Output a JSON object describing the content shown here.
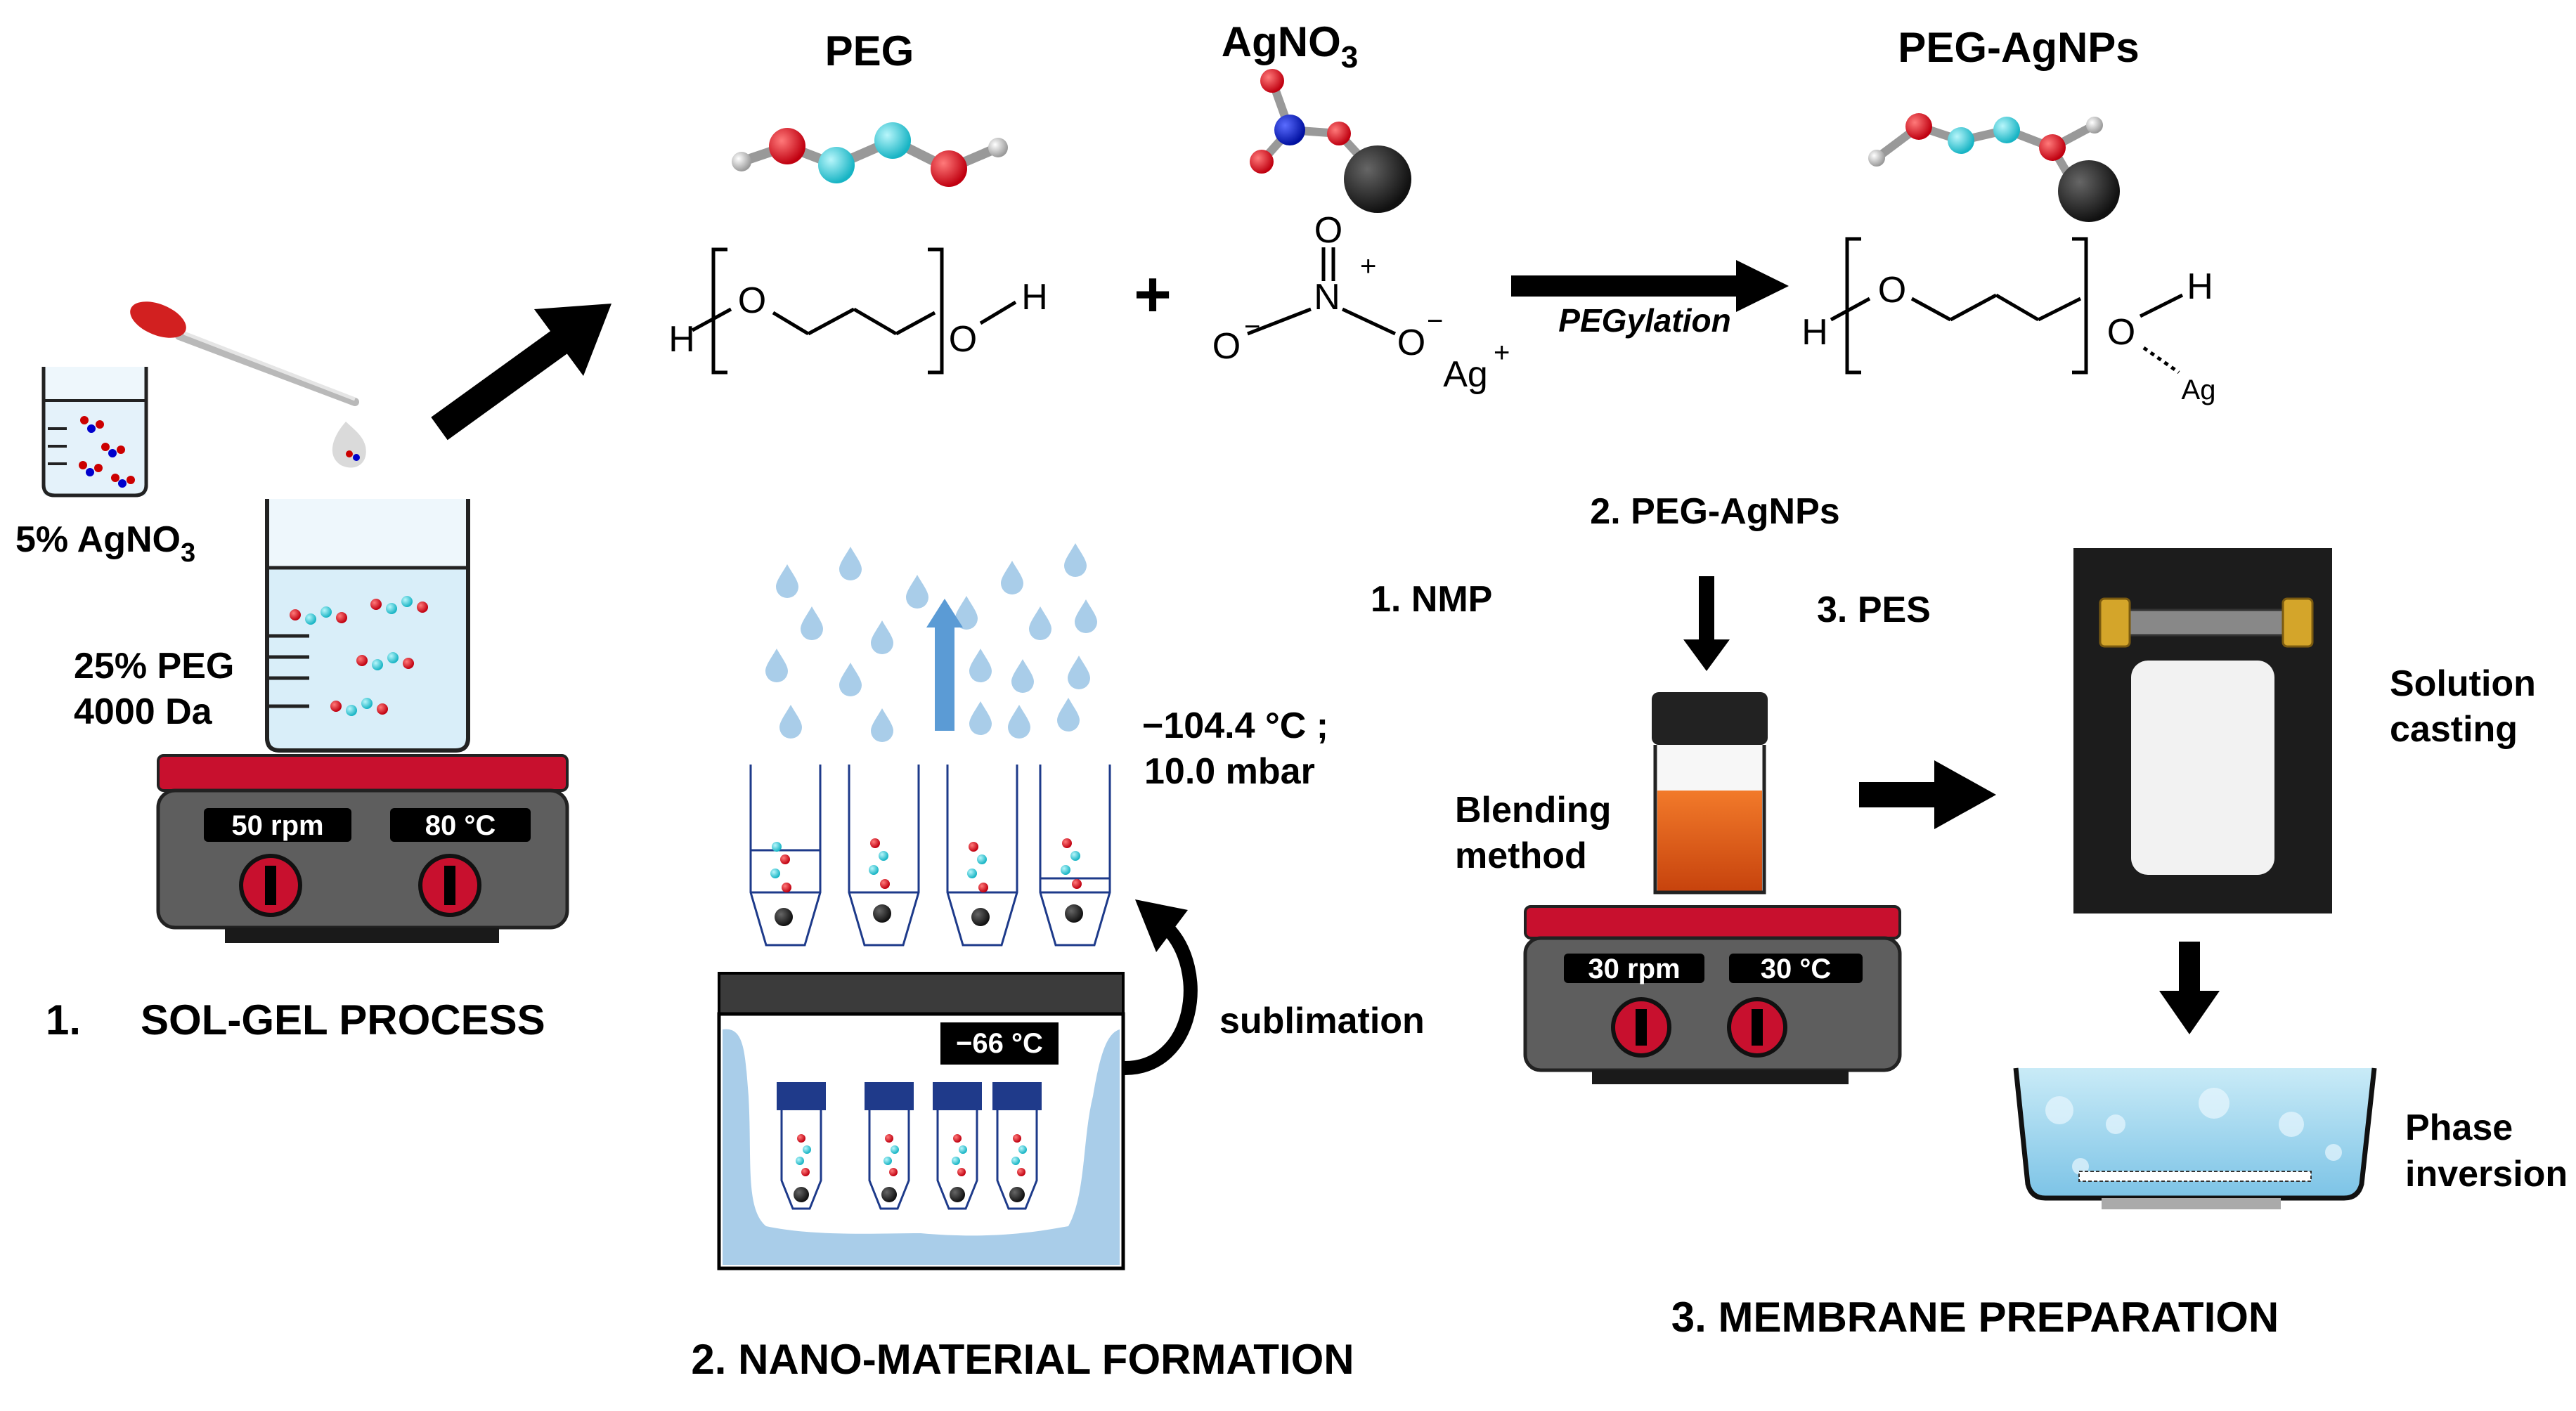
{
  "sol_gel": {
    "vial_label": "5% AgNO",
    "vial_label_sub": "3",
    "peg_label_line1": "25% PEG",
    "peg_label_line2": "4000 Da",
    "stirrer_rpm": "50 rpm",
    "stirrer_temp": "80 °C",
    "section_number": "1.",
    "section_title": "SOL-GEL PROCESS"
  },
  "reaction": {
    "peg_title": "PEG",
    "agno3_title": "AgNO",
    "agno3_sub": "3",
    "product_title": "PEG-AgNPs",
    "plus": "+",
    "arrow_label": "PEGylation",
    "atom_H": "H",
    "atom_O": "O",
    "atom_N": "N",
    "atom_Ag": "Ag",
    "charge_plus": "+",
    "charge_minus": "−"
  },
  "nano": {
    "conditions_line1": "−104.4 °C ;",
    "conditions_line2": "10.0 mbar",
    "freezer_temp": "−66 °C",
    "sublimation": "sublimation",
    "section_title": "2. NANO-MATERIAL FORMATION"
  },
  "membrane": {
    "peg_agnps": "2. PEG-AgNPs",
    "nmp": "1. NMP",
    "pes": "3. PES",
    "blending_line1": "Blending",
    "blending_line2": "method",
    "stirrer_rpm": "30 rpm",
    "stirrer_temp": "30 °C",
    "casting_line1": "Solution",
    "casting_line2": "casting",
    "phase_line1": "Phase",
    "phase_line2": "inversion",
    "section_title": "3. MEMBRANE PREPARATION"
  },
  "colors": {
    "oxygen": "#e0001b",
    "carbon": "#3cd3e0",
    "silver": "#222222",
    "nitrogen": "#0018c8",
    "hotplate_top": "#c8102e",
    "hotplate_body": "#5a5a5a",
    "liquid_blue": "#d8eef8",
    "orange": "#d9541a",
    "water": "#a8d2ef"
  }
}
